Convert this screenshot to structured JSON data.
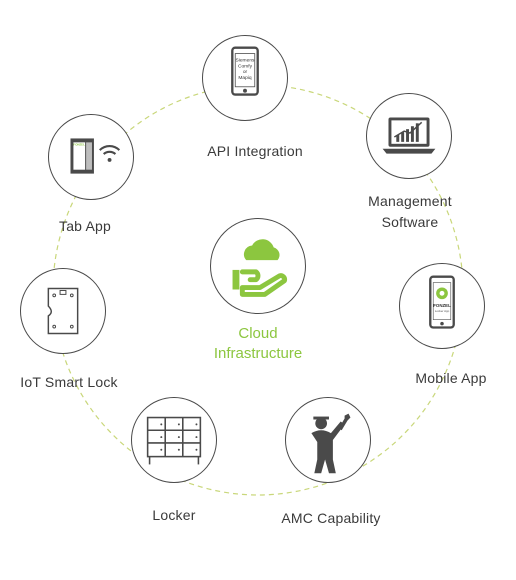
{
  "colors": {
    "accent_green": "#8cc63f",
    "icon_dark": "#4a4a4a",
    "ring_dash": "#c9d77a"
  },
  "center": {
    "line1": "Cloud",
    "line2": "Infrastructure",
    "icon": "cloud-hand-icon"
  },
  "nodes": {
    "api": {
      "label": "API Integration",
      "icon": "phone-icon",
      "screen_lines": [
        "Siemens",
        "Comfy",
        "or",
        "Mapiq"
      ]
    },
    "mgmt": {
      "line1": "Management",
      "line2": "Software",
      "icon": "laptop-chart-icon"
    },
    "mobile": {
      "label": "Mobile App",
      "icon": "mobile-app-icon",
      "brand": "FONZEL",
      "brand_sub": "Locker App"
    },
    "amc": {
      "label": "AMC Capability",
      "icon": "technician-wrench-icon"
    },
    "locker": {
      "label": "Locker",
      "icon": "locker-icon"
    },
    "iot": {
      "label": "IoT Smart Lock",
      "icon": "smart-lock-icon"
    },
    "tab": {
      "label": "Tab App",
      "icon": "tablet-wifi-icon",
      "brand": "FONZEL"
    }
  }
}
